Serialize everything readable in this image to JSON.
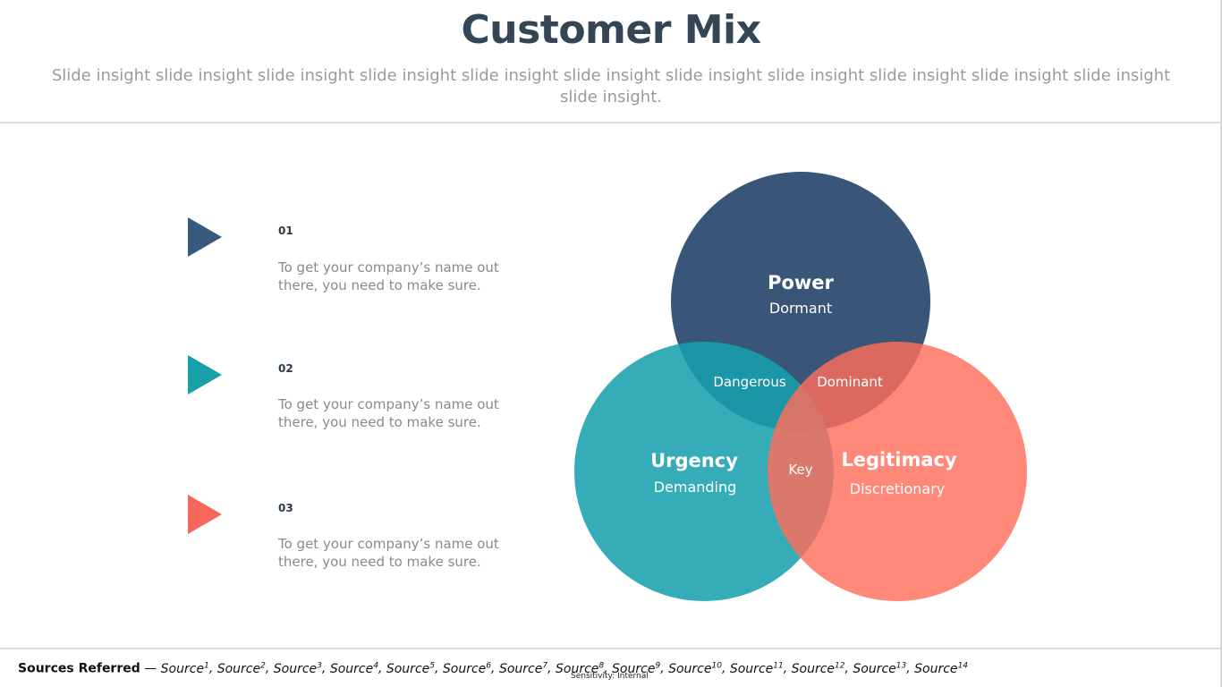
{
  "title": "Customer Mix",
  "subtitle": "Slide insight slide insight slide insight slide insight slide insight slide insight slide insight slide insight slide insight slide insight slide insight slide insight.",
  "items": [
    {
      "number": "01",
      "text": "To get your company’s name out there, you need to make sure.",
      "color": "#3a5a7d",
      "icon": "play-triangle-icon"
    },
    {
      "number": "02",
      "text": "To get your company’s name out there, you need to make sure.",
      "color": "#17a0a8",
      "icon": "play-triangle-icon"
    },
    {
      "number": "03",
      "text": "To get your company’s name out there, you need to make sure.",
      "color": "#f4675a",
      "icon": "play-triangle-icon"
    }
  ],
  "venn": {
    "circles": [
      {
        "label": "Power",
        "sublabel": "Dormant",
        "color": "#2e4d72"
      },
      {
        "label": "Urgency",
        "sublabel": "Demanding",
        "color": "#17a0ad"
      },
      {
        "label": "Legitimacy",
        "sublabel": "Discretionary",
        "color": "#ff6e5a"
      }
    ],
    "overlaps": {
      "power_urgency": "Dangerous",
      "power_legitimacy": "Dominant",
      "urgency_legitimacy": "Key"
    }
  },
  "footer": {
    "heading": "Sources Referred",
    "separator": " — ",
    "source_word": "Source",
    "sources": [
      "1",
      "2",
      "3",
      "4",
      "5",
      "6",
      "7",
      "8",
      "9",
      "10",
      "11",
      "12",
      "13",
      "14"
    ],
    "sensitivity": "Sensitivity: Internal"
  }
}
